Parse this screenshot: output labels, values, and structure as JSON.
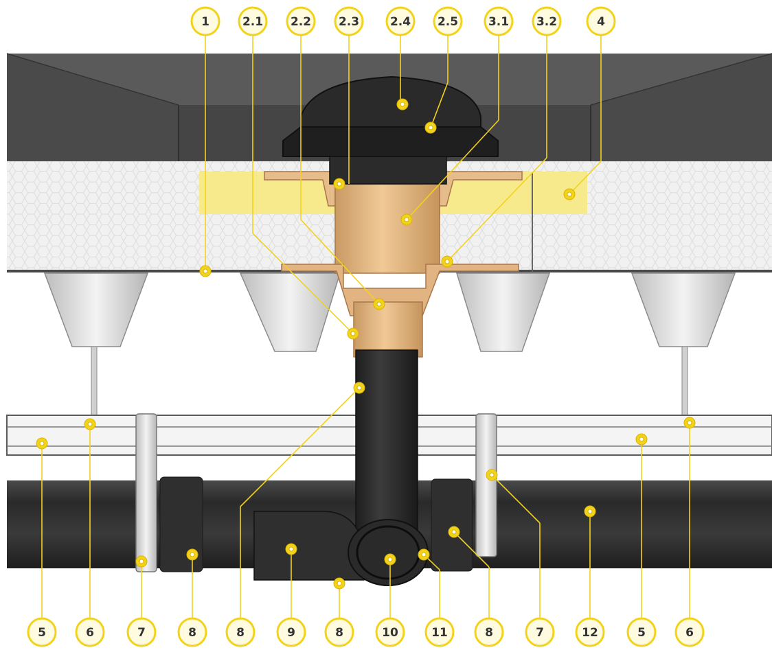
{
  "colors": {
    "accent": "#f2d21a",
    "label_ring_fill": "#fffbe0",
    "roof_deck": "#4a4a4a",
    "insulation": "#f1f1f1",
    "bitumen_layer": "#f6ea8c",
    "drain_body": "#e6bc8a",
    "pipe": "#383838",
    "bracket": "#e2e2e2"
  },
  "callouts_top": [
    {
      "id": "c-1",
      "label": "1"
    },
    {
      "id": "c-2-1",
      "label": "2.1"
    },
    {
      "id": "c-2-2",
      "label": "2.2"
    },
    {
      "id": "c-2-3",
      "label": "2.3"
    },
    {
      "id": "c-2-4",
      "label": "2.4"
    },
    {
      "id": "c-2-5",
      "label": "2.5"
    },
    {
      "id": "c-3-1",
      "label": "3.1"
    },
    {
      "id": "c-3-2",
      "label": "3.2"
    },
    {
      "id": "c-4",
      "label": "4"
    }
  ],
  "callouts_bottom": [
    {
      "id": "c-5-left",
      "label": "5"
    },
    {
      "id": "c-6-left",
      "label": "6"
    },
    {
      "id": "c-7-left",
      "label": "7"
    },
    {
      "id": "c-8-a",
      "label": "8"
    },
    {
      "id": "c-8-b",
      "label": "8"
    },
    {
      "id": "c-9",
      "label": "9"
    },
    {
      "id": "c-8-c",
      "label": "8"
    },
    {
      "id": "c-10",
      "label": "10"
    },
    {
      "id": "c-11",
      "label": "11"
    },
    {
      "id": "c-8-d",
      "label": "8"
    },
    {
      "id": "c-7-right",
      "label": "7"
    },
    {
      "id": "c-12",
      "label": "12"
    },
    {
      "id": "c-5-right",
      "label": "5"
    },
    {
      "id": "c-6-right",
      "label": "6"
    }
  ]
}
